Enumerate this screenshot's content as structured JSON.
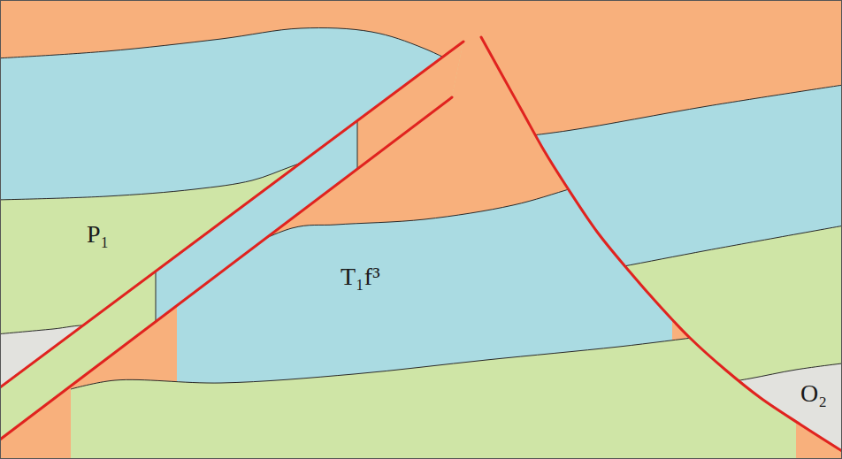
{
  "diagram": {
    "labels": [
      "P₁",
      "T₁f³",
      "O₂"
    ]
  }
}
